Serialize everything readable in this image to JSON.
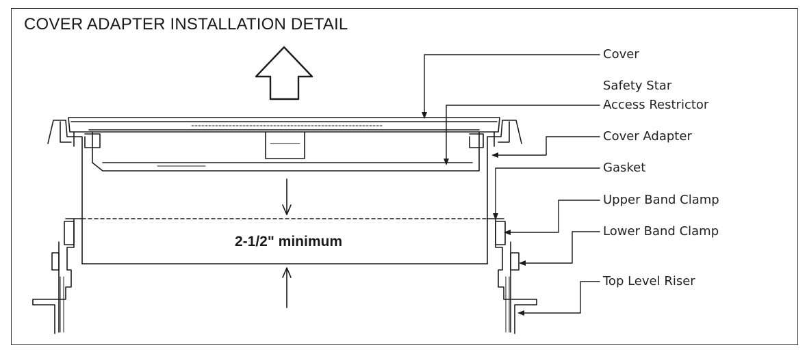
{
  "title": "COVER ADAPTER INSTALLATION DETAIL",
  "dimension": "2-1/2\" minimum",
  "callouts": {
    "cover": "Cover",
    "safety_star_line1": "Safety Star",
    "safety_star_line2": "Access Restrictor",
    "cover_adapter": "Cover Adapter",
    "gasket": "Gasket",
    "upper_band_clamp": "Upper Band Clamp",
    "lower_band_clamp": "Lower Band Clamp",
    "top_level_riser": "Top Level Riser"
  },
  "colors": {
    "line": "#1a1a1a",
    "frame": "#333333"
  },
  "icons": [
    "up-arrow-icon",
    "dimension-arrow-icon"
  ]
}
